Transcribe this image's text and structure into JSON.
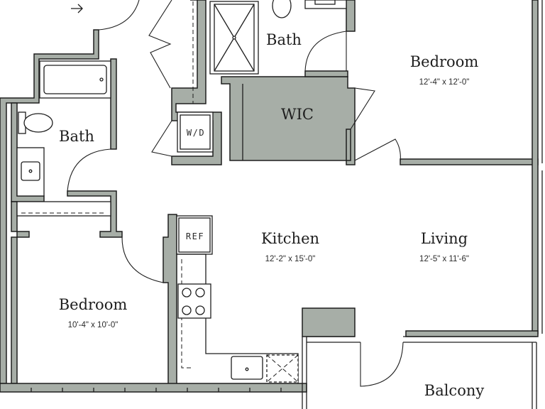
{
  "rooms": {
    "bath_top": {
      "name": "Bath"
    },
    "bedroom_top": {
      "name": "Bedroom",
      "dims": "12'-4\" x 12'-0\""
    },
    "wic": {
      "name": "WIC"
    },
    "bath_left": {
      "name": "Bath"
    },
    "kitchen": {
      "name": "Kitchen",
      "dims": "12'-2\" x 15'-0\""
    },
    "living": {
      "name": "Living",
      "dims": "12'-5\" x 11'-6\""
    },
    "bedroom_left": {
      "name": "Bedroom",
      "dims": "10'-4\" x 10'-0\""
    },
    "balcony": {
      "name": "Balcony"
    }
  },
  "fixtures": {
    "washer_dryer": "W/D",
    "refrigerator": "REF"
  },
  "icons": {
    "entry": "entry-arrow-icon"
  },
  "colors": {
    "wall_fill": "#a7aea7",
    "line": "#1e1e1e",
    "background": "#ffffff"
  }
}
